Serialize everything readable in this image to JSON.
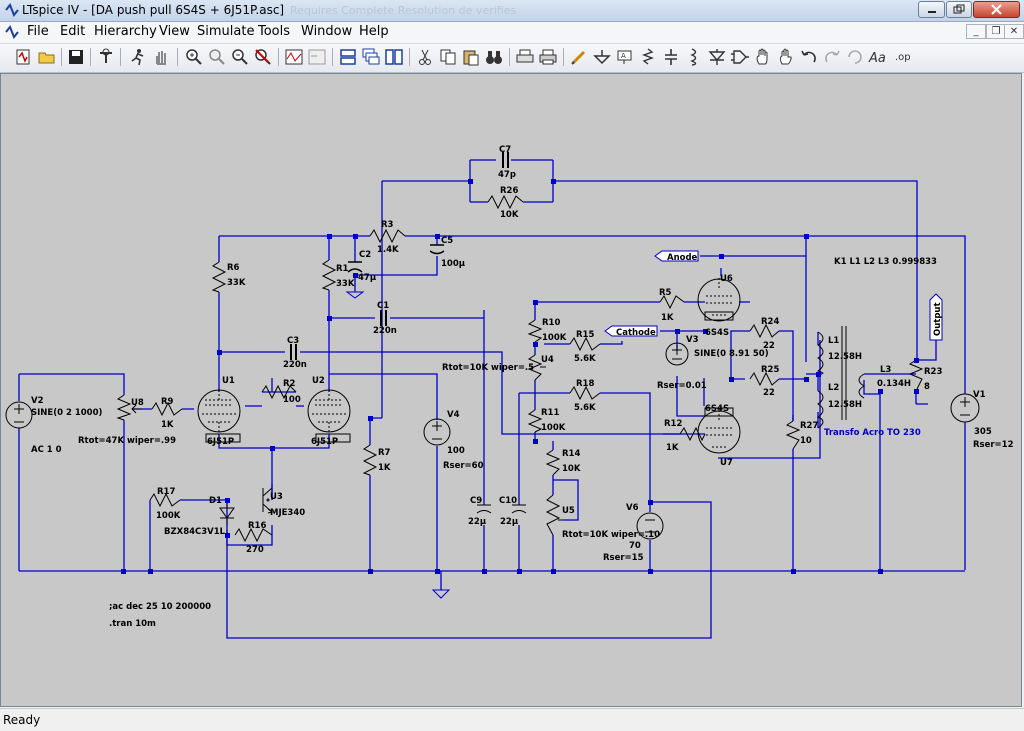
{
  "window": {
    "title": "LTspice IV - [DA  push pull 6S4S + 6J51P.asc]",
    "ghost_title": "Requires Complete Resolution de verifies"
  },
  "menu": {
    "items": [
      "File",
      "Edit",
      "Hierarchy",
      "View",
      "Simulate",
      "Tools",
      "Window",
      "Help"
    ]
  },
  "toolbar": {
    "icons": [
      "new-schematic-icon",
      "open-icon",
      "save-icon",
      "control-panel-icon",
      "run-icon",
      "halt-icon",
      "zoom-in-icon",
      "pan-icon",
      "zoom-out-icon",
      "zoom-cancel-icon",
      "waveform-icon",
      "autorange-icon",
      "tile-horizontal-icon",
      "cascade-icon",
      "tile-vertical-icon",
      "cut-icon",
      "copy-icon",
      "paste-icon",
      "find-icon",
      "print-setup-icon",
      "print-icon",
      "draw-wire-icon",
      "ground-icon",
      "label-icon",
      "resistor-icon",
      "capacitor-icon",
      "inductor-icon",
      "diode-icon",
      "component-icon",
      "move-icon",
      "drag-icon",
      "undo-icon",
      "redo-icon",
      "rotate-icon",
      "text-icon",
      "spice-directive-icon"
    ]
  },
  "status": {
    "text": "Ready"
  },
  "schematic": {
    "background": "#c8c8c8",
    "wire_color": "#0000c8",
    "text_color": "#000000",
    "note_color": "#0000c8",
    "labels": {
      "c7_name": "C7",
      "c7_val": "47p",
      "r26_name": "R26",
      "r26_val": "10K",
      "r3_name": "R3",
      "r3_val": "1.4K",
      "c5_name": "C5",
      "c5_val": "100µ",
      "c2_name": "C2",
      "c2_val": "47µ",
      "r1_name": "R1",
      "r1_val": "33K",
      "r6_name": "R6",
      "r6_val": "33K",
      "c1_name": "C1",
      "c1_val": "220n",
      "c3_name": "C3",
      "c3_val": "220n",
      "r2_name": "R2",
      "r2_val": "100",
      "u1_name": "U1",
      "u1_val": "6J51P",
      "u2_name": "U2",
      "u2_val": "6J51P",
      "v2_name": "V2",
      "v2_val": "SINE(0 2 1000)",
      "v2_ac": "AC 1 0",
      "u8_name": "U8",
      "u8_val": "Rtot=47K wiper=.99",
      "r9_name": "R9",
      "r9_val": "1K",
      "r7_name": "R7",
      "r7_val": "1K",
      "v4_name": "V4",
      "v4_val": "100",
      "v4_rser": "Rser=60",
      "r17_name": "R17",
      "r17_val": "100K",
      "d1_name": "D1",
      "d1_val": "BZX84C3V1L",
      "r16_name": "R16",
      "r16_val": "270",
      "u3_name": "U3",
      "u3_val": "MJE340",
      "anode_label": "Anode",
      "cathode_label": "Cathode",
      "output_label": "Output",
      "r5_name": "R5",
      "r5_val": "1K",
      "r10_name": "R10",
      "r10_val": "100K",
      "u4_name": "U4",
      "u4_val": "Rtot=10K wiper=.5",
      "r15_name": "R15",
      "r15_val": "5.6K",
      "r18_name": "R18",
      "r18_val": "5.6K",
      "r11_name": "R11",
      "r11_val": "100K",
      "r14_name": "R14",
      "r14_val": "10K",
      "u5_name": "U5",
      "u5_val": "Rtot=10K wiper=.10",
      "c9_name": "C9",
      "c9_val": "22µ",
      "c10_name": "C10",
      "c10_val": "22µ",
      "v6_name": "V6",
      "v6_val": "70",
      "v6_rser": "Rser=15",
      "v3_name": "V3",
      "v3_val": "SINE(0 8.91 50)",
      "v3_rser": "Rser=0.01",
      "u6_name": "U6",
      "u6_val": "6S4S",
      "u7_name": "U7",
      "u7_val": "6S4S",
      "r12_name": "R12",
      "r12_val": "1K",
      "r24_name": "R24",
      "r24_val": "22",
      "r25_name": "R25",
      "r25_val": "22",
      "r27_name": "R27",
      "r27_val": "10",
      "l1_name": "L1",
      "l1_val": "12.58H",
      "l2_name": "L2",
      "l2_val": "12.58H",
      "l3_name": "L3",
      "l3_val": "0.134H",
      "r23_name": "R23",
      "r23_val": "8",
      "transfo": "Transfo Acro TO 230",
      "coupling": "K1 L1 L2 L3 0.999833",
      "v1_name": "V1",
      "v1_val": "305",
      "v1_rser": "Rser=12",
      "ac_directive": ";ac dec 25 10 200000",
      "tran_directive": ".tran 10m"
    }
  }
}
